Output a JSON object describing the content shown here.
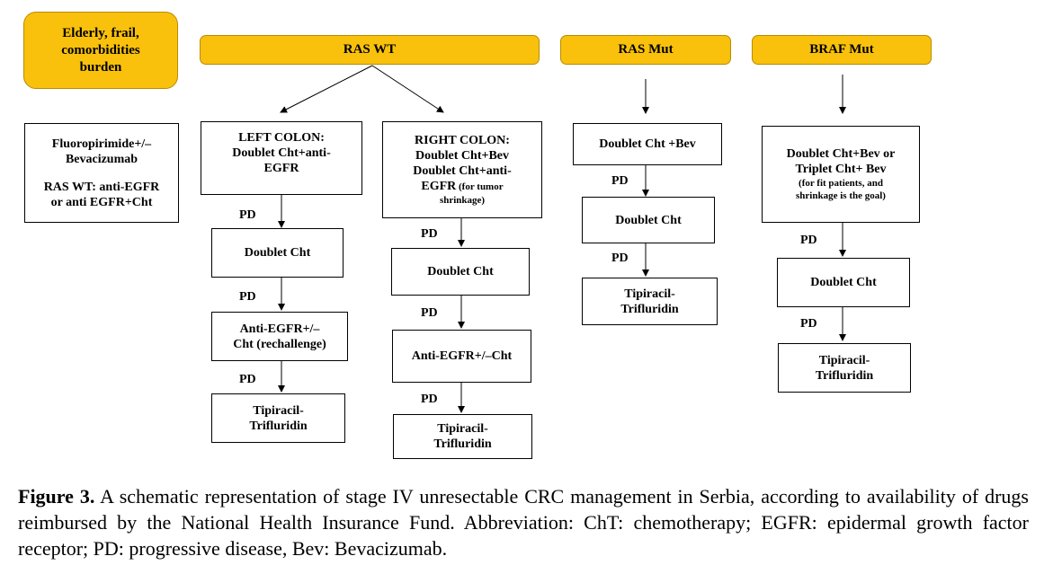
{
  "headers": {
    "elderly": [
      "Elderly, frail,",
      "comorbidities",
      "burden"
    ],
    "ras_wt": "RAS WT",
    "ras_mut": "RAS Mut",
    "braf_mut": "BRAF Mut"
  },
  "elderly_box": {
    "line1": "Fluoropirimide+/–",
    "line2": "Bevacizumab",
    "line3": "RAS WT: anti-EGFR",
    "line4": "or anti EGFR+Cht"
  },
  "left_colon": {
    "first": [
      "LEFT COLON:",
      "Doublet Cht+anti-",
      "EGFR"
    ],
    "second": "Doublet Cht",
    "third": [
      "Anti-EGFR+/–",
      "Cht (rechallenge)"
    ],
    "fourth": [
      "Tipiracil-",
      "Trifluridin"
    ]
  },
  "right_colon": {
    "first": [
      "RIGHT COLON:",
      "Doublet Cht+Bev",
      "Doublet Cht+anti-"
    ],
    "first_last_bold": "EGFR",
    "first_last_small": " (for tumor",
    "first_small_2": "shrinkage)",
    "second": "Doublet Cht",
    "third": "Anti-EGFR+/–Cht",
    "fourth": [
      "Tipiracil-",
      "Trifluridin"
    ]
  },
  "ras_mut_col": {
    "first": "Doublet Cht +Bev",
    "second": "Doublet Cht",
    "third": [
      "Tipiracil-",
      "Trifluridin"
    ]
  },
  "braf_col": {
    "first": [
      "Doublet Cht+Bev or",
      "Triplet Cht+ Bev"
    ],
    "first_small": [
      "(for fit patients, and",
      "shrinkage is the goal)"
    ],
    "second": "Doublet Cht",
    "third": [
      "Tipiracil-",
      "Trifluridin"
    ]
  },
  "pd_label": "PD",
  "caption": {
    "label": "Figure 3.",
    "text": " A schematic representation of stage IV unresectable CRC management in Serbia, according to availability of drugs reimbursed by the National Health Insurance Fund.  Abbreviation: ChT: chemotherapy; EGFR: epidermal growth factor receptor; PD: progressive disease, Bev: Bevacizumab."
  }
}
